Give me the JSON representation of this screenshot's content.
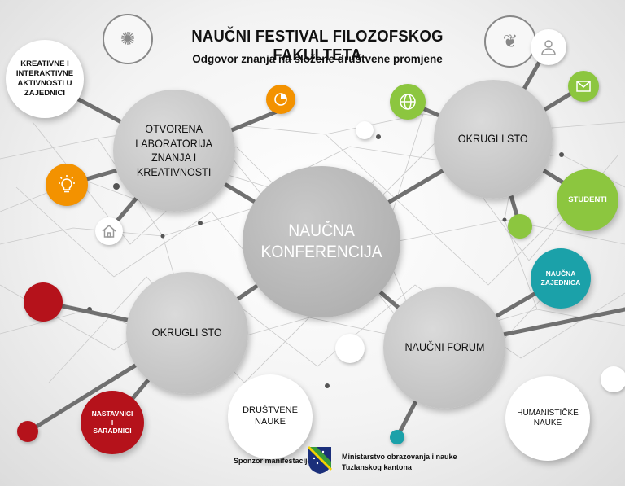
{
  "header": {
    "title": "NAUČNI FESTIVAL FILOZOFSKOG FAKULTETA",
    "subtitle": "Odgovor znanja na složene društvene promjene"
  },
  "nodes": {
    "center": "NAUČNA\nKONFERENCIJA",
    "otvorena": "OTVORENA\nLABORATORIJA\nZNANJA I\nKREATIVNOSTI",
    "okrugli_sto_top": "OKRUGLI STO",
    "okrugli_sto_left": "OKRUGLI STO",
    "naucni_forum": "NAUČNI FORUM",
    "kreativne": "KREATIVNE I\nINTERAKTIVNE\nAKTIVNOSTI U\nZAJEDNICI",
    "drustvene": "DRUŠTVENE\nNAUKE",
    "humanisticke": "HUMANISTIČKE\nNAUKE",
    "studenti": "STUDENTI",
    "naucna_zajednica": "NAUČNA\nZAJEDNICA",
    "nastavnici": "NASTAVNICI\nI\nSARADNICI"
  },
  "footer": {
    "sponsor": "Sponzor manifestacije",
    "ministry_line1": "Ministarstvo obrazovanja i nauke",
    "ministry_line2": "Tuzlanskog kantona"
  },
  "colors": {
    "orange": "#f39200",
    "green": "#8cc63f",
    "teal": "#1ba1a9",
    "red": "#b5121b",
    "grey": "#c4c4c4"
  },
  "icons": [
    "lightbulb-icon",
    "pie-chart-icon",
    "globe-icon",
    "envelope-icon",
    "user-icon",
    "home-icon"
  ]
}
